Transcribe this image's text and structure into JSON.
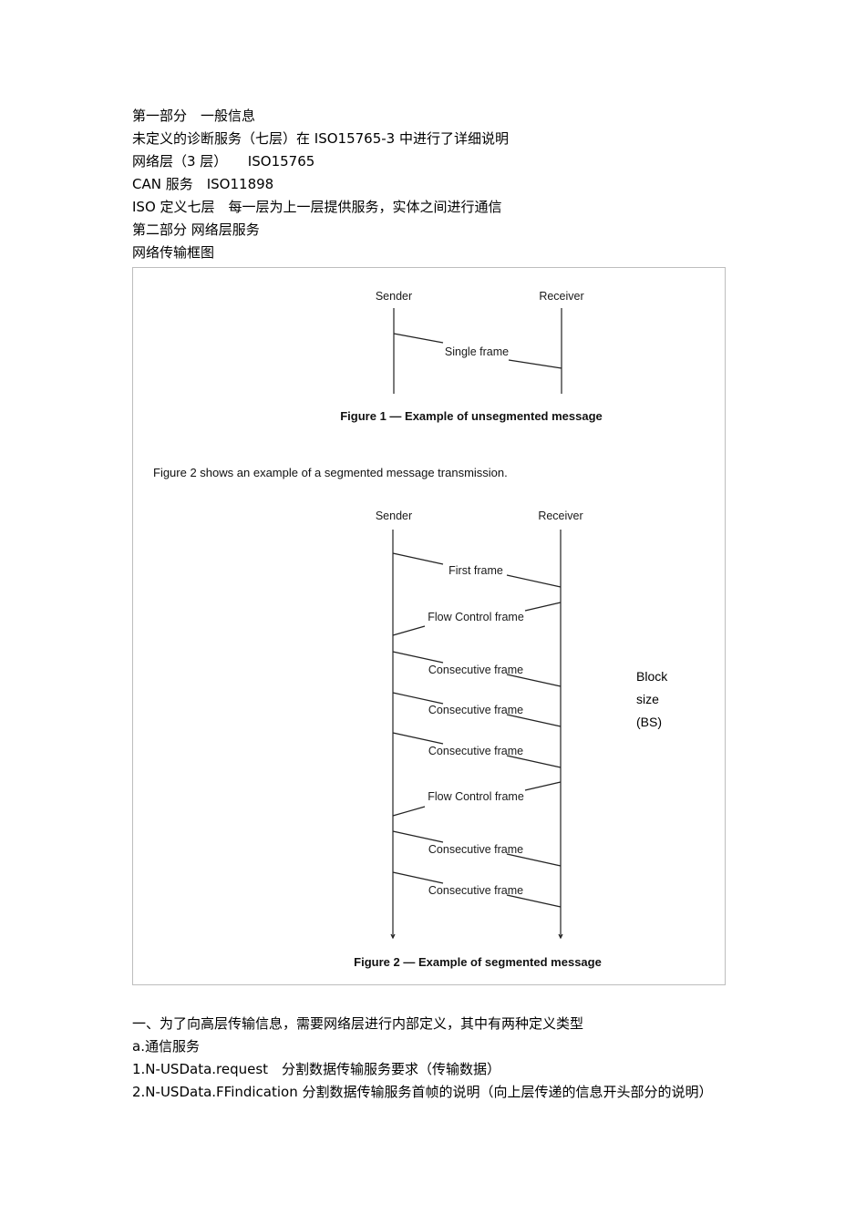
{
  "intro_lines": [
    "第一部分　一般信息",
    "未定义的诊断服务（七层）在 ISO15765-3 中进行了详细说明",
    "网络层（3 层）　　ISO15765",
    "CAN 服务　ISO11898",
    "ISO 定义七层　每一层为上一层提供服务，实体之间进行通信",
    "第二部分  网络层服务",
    "网络传输框图"
  ],
  "figure1": {
    "sender": "Sender",
    "receiver": "Receiver",
    "message": "Single frame",
    "caption": "Figure 1 — Example of unsegmented message"
  },
  "figure_text": "Figure 2 shows an example of a segmented message transmission.",
  "figure2": {
    "sender": "Sender",
    "receiver": "Receiver",
    "messages": [
      "First frame",
      "Flow Control frame",
      "Consecutive frame",
      "Consecutive frame",
      "Consecutive frame",
      "Flow Control frame",
      "Consecutive frame",
      "Consecutive frame"
    ],
    "caption": "Figure 2 — Example of segmented message"
  },
  "block_size_lines": [
    "Block",
    "size",
    "(BS)"
  ],
  "bottom_lines": [
    "一、为了向高层传输信息，需要网络层进行内部定义，其中有两种定义类型",
    "a.通信服务",
    "1.N-USData.request　分割数据传输服务要求（传输数据）",
    "2.N-USData.FFindication  分割数据传输服务首帧的说明（向上层传递的信息开头部分的说明）"
  ]
}
